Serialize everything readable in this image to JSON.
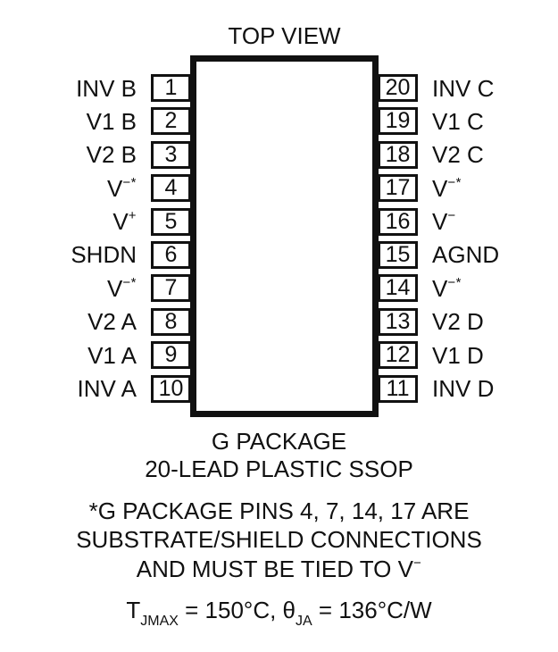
{
  "title": "TOP VIEW",
  "package": {
    "name_line": "G PACKAGE",
    "type_line": "20-LEAD PLASTIC SSOP"
  },
  "note": {
    "line1": "*G PACKAGE PINS 4, 7, 14, 17 ARE",
    "line2": "SUBSTRATE/SHIELD CONNECTIONS",
    "line3_text": "AND MUST BE TIED TO V",
    "line3_sup": "−"
  },
  "thermal": {
    "t_symbol": "T",
    "t_sub": "JMAX",
    "t_eq": " = 150°C, ",
    "theta_symbol": "θ",
    "theta_sub": "JA",
    "theta_eq": " = 136°C/W"
  },
  "colors": {
    "ink": "#111111",
    "background": "#ffffff"
  },
  "pins": {
    "left": [
      {
        "number": "1",
        "label": "INV B"
      },
      {
        "number": "2",
        "label": "V1 B"
      },
      {
        "number": "3",
        "label": "V2 B"
      },
      {
        "number": "4",
        "label": "V",
        "sup": "−*"
      },
      {
        "number": "5",
        "label": "V",
        "sup": "+"
      },
      {
        "number": "6",
        "label": "SHDN"
      },
      {
        "number": "7",
        "label": "V",
        "sup": "−*"
      },
      {
        "number": "8",
        "label": "V2 A"
      },
      {
        "number": "9",
        "label": "V1 A"
      },
      {
        "number": "10",
        "label": "INV A"
      }
    ],
    "right": [
      {
        "number": "20",
        "label": "INV C"
      },
      {
        "number": "19",
        "label": "V1 C"
      },
      {
        "number": "18",
        "label": "V2 C"
      },
      {
        "number": "17",
        "label": "V",
        "sup": "−*"
      },
      {
        "number": "16",
        "label": "V",
        "sup": "−"
      },
      {
        "number": "15",
        "label": "AGND"
      },
      {
        "number": "14",
        "label": "V",
        "sup": "−*"
      },
      {
        "number": "13",
        "label": "V2 D"
      },
      {
        "number": "12",
        "label": "V1 D"
      },
      {
        "number": "11",
        "label": "INV D"
      }
    ]
  }
}
